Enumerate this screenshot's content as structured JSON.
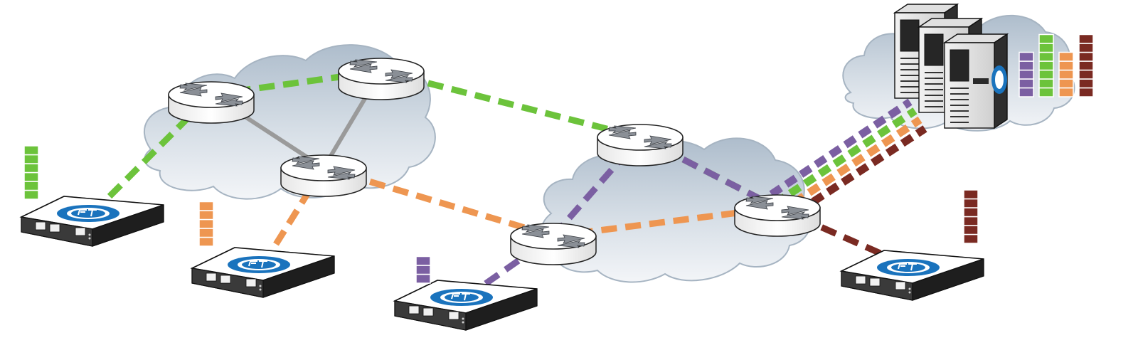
{
  "title": "",
  "colors": {
    "background": "#ffffff",
    "link_green": "#6cc33b",
    "link_orange": "#ee9651",
    "link_purple": "#7b5fa2",
    "link_maroon": "#7a2a22",
    "router_backbone": "#9a9a9a",
    "cloud_top": "#aebdcc",
    "cloud_bottom": "#f0f3f6",
    "logo_blue": "#1a73bd"
  },
  "icons": {
    "router": "router-icon",
    "customer_device": "network-appliance-icon",
    "server": "server-rack-icon",
    "cloud": "network-cloud-icon",
    "logo": "ft-logo-icon"
  },
  "devices": [
    {
      "id": "dev-green",
      "flow": "green",
      "traffic_blocks": 6
    },
    {
      "id": "dev-orange",
      "flow": "orange",
      "traffic_blocks": 5
    },
    {
      "id": "dev-purple",
      "flow": "purple",
      "traffic_blocks": 3
    },
    {
      "id": "dev-maroon",
      "flow": "maroon",
      "traffic_blocks": 6
    }
  ],
  "server_traffic": [
    {
      "flow": "purple",
      "blocks": 5
    },
    {
      "flow": "green",
      "blocks": 7
    },
    {
      "flow": "orange",
      "blocks": 5
    },
    {
      "flow": "maroon",
      "blocks": 7
    }
  ],
  "routers": [
    "r1",
    "r2",
    "r3",
    "r4",
    "r5",
    "r6"
  ],
  "links": [
    {
      "from": "dev-green",
      "to": "r1",
      "flow": "green"
    },
    {
      "from": "r1",
      "to": "r2",
      "flow": "green"
    },
    {
      "from": "r2",
      "to": "r4",
      "flow": "green"
    },
    {
      "from": "r4",
      "to": "r6",
      "flow": "green"
    },
    {
      "from": "dev-orange",
      "to": "r3",
      "flow": "orange"
    },
    {
      "from": "r3",
      "to": "r5",
      "flow": "orange"
    },
    {
      "from": "r5",
      "to": "r6",
      "flow": "orange"
    },
    {
      "from": "dev-purple",
      "to": "r5",
      "flow": "purple"
    },
    {
      "from": "r5",
      "to": "r4",
      "flow": "purple"
    },
    {
      "from": "r4",
      "to": "r6",
      "flow": "purple"
    },
    {
      "from": "r6",
      "to": "dev-maroon",
      "flow": "maroon"
    },
    {
      "from": "r6",
      "to": "servers",
      "flow": "bundle"
    },
    {
      "from": "r1",
      "to": "r3",
      "flow": "backbone"
    },
    {
      "from": "r2",
      "to": "r3",
      "flow": "backbone"
    }
  ]
}
